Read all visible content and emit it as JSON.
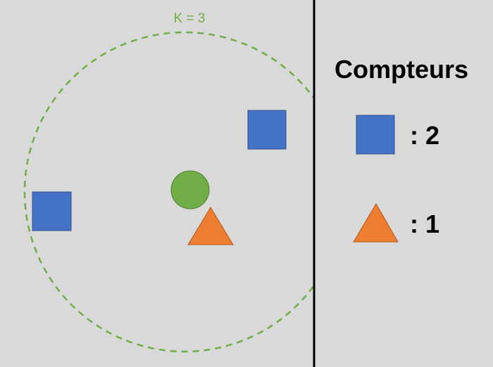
{
  "diagram": {
    "k_label": "K = 3",
    "circle_color": "#70ad47",
    "query_color": "#70ad47",
    "square_color": "#4472c4",
    "triangle_color": "#ed7d31",
    "divider_color": "#000000"
  },
  "counters": {
    "title": "Compteurs",
    "items": [
      {
        "shape": "square-icon",
        "label": ": 2"
      },
      {
        "shape": "triangle-icon",
        "label": ": 1"
      }
    ]
  }
}
